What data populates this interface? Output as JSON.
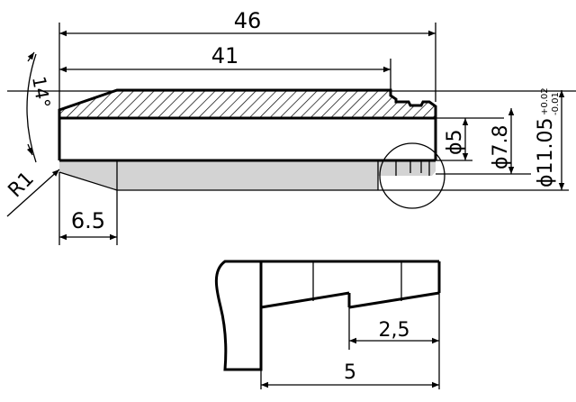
{
  "drawing": {
    "dims": {
      "overall_length": "46",
      "bore_length": "41",
      "chamfer_angle": "14°",
      "radius": "R1",
      "chamfer_length": "6.5",
      "dia_inner": "ϕ5",
      "dia_mid": "ϕ7.8",
      "dia_outer": "ϕ11.05",
      "tol_upper": "+0.02",
      "tol_lower": "-0.01",
      "detail_groove": "2,5",
      "detail_length": "5"
    }
  }
}
